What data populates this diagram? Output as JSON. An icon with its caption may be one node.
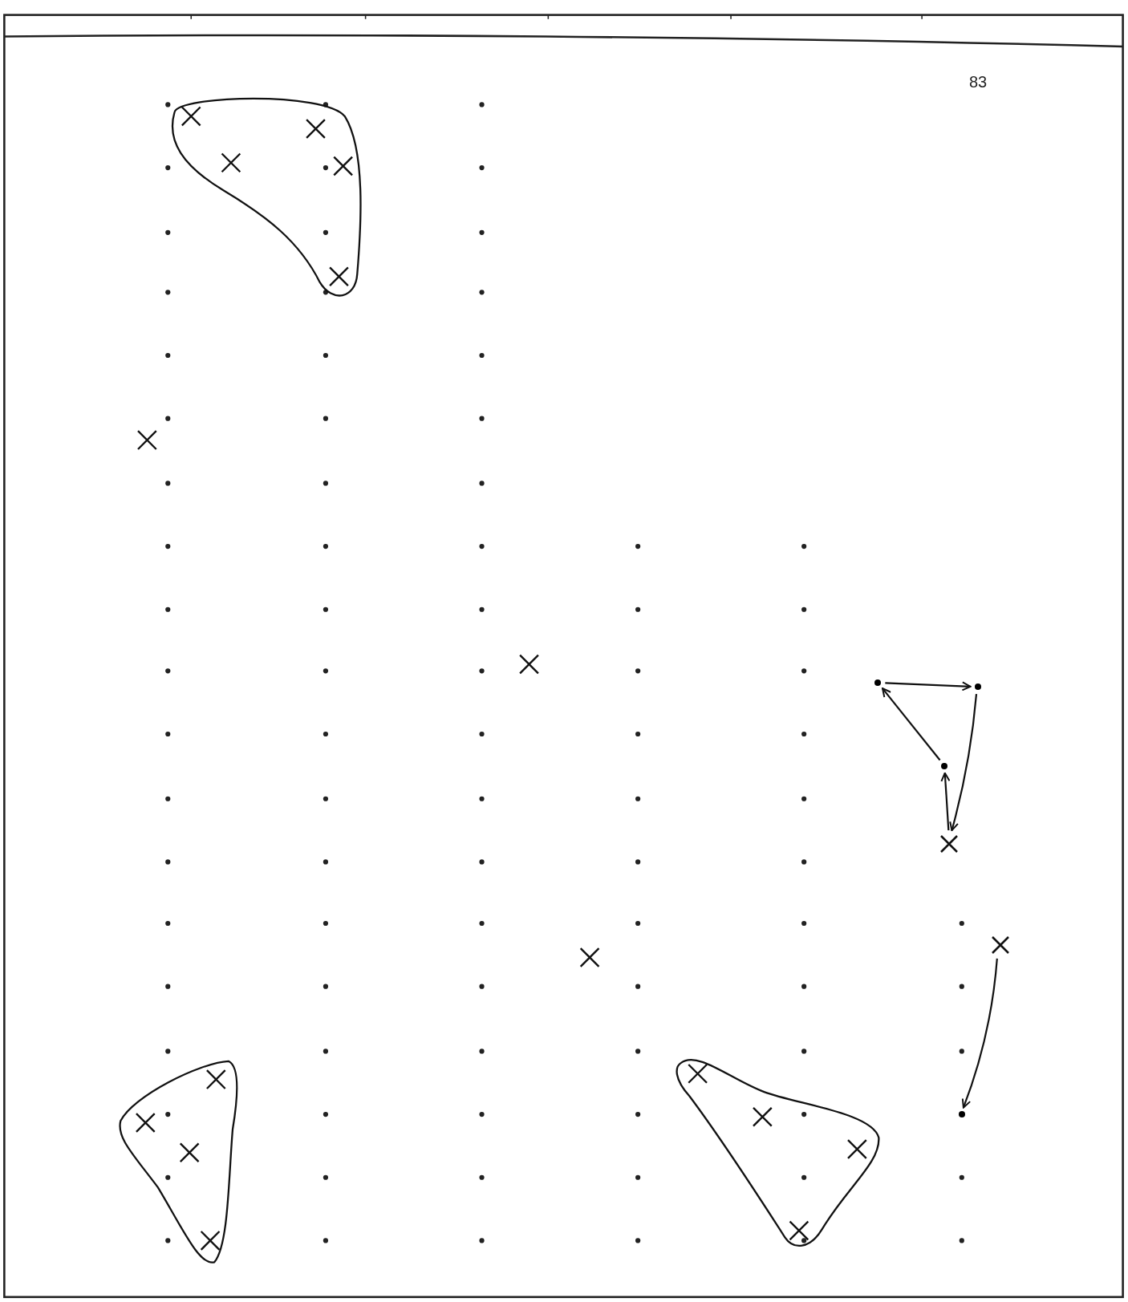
{
  "diagram": {
    "nodes": [
      {
        "text": [],
        "shape": "circle"
      },
      {
        "text": [],
        "shape": "circle"
      },
      {
        "text": [],
        "shape": "circle"
      },
      {
        "text": [],
        "shape": "cross"
      },
      {
        "text": [],
        "shape": "cross"
      },
      {
        "text": [],
        "shape": "circle"
      }
    ],
    "edges": [
      {
        "from": 0,
        "to": 1,
        "arrow": "to"
      },
      {
        "from": 1,
        "to": 3,
        "arrow": "to"
      },
      {
        "from": 3,
        "to": 2,
        "arrow": "to"
      },
      {
        "from": 2,
        "to": 0,
        "arrow": "to"
      },
      {
        "from": 4,
        "to": 5,
        "arrow": "to"
      }
    ],
    "labels": [
      "83"
    ]
  }
}
